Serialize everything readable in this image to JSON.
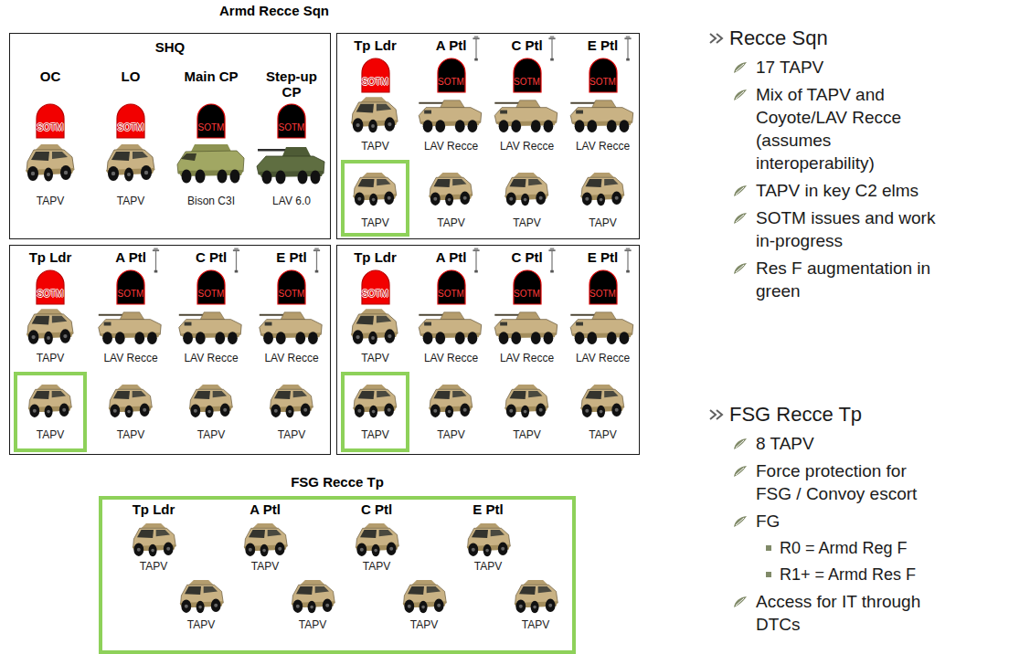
{
  "diagram": {
    "title": "Armd Recce Sqn",
    "nodes": [
      {
        "text": [
          "SHQ",
          "OC",
          "LO",
          "Main CP",
          "Step-up CP",
          "TAPV",
          "TAPV",
          "Bison C3I",
          "LAV 6.0"
        ]
      },
      {
        "text": [
          "SOTM"
        ],
        "in": 0
      },
      {
        "text": [
          "SOTM"
        ],
        "in": 0
      },
      {
        "text": [
          "SOTM"
        ],
        "in": 0
      },
      {
        "text": [
          "SOTM"
        ],
        "in": 0
      },
      {
        "text": [
          "Tp Ldr",
          "A Ptl",
          "C Ptl",
          "E Ptl",
          "TAPV",
          "LAV Recce",
          "LAV Recce",
          "LAV Recce",
          "TAPV",
          "TAPV",
          "TAPV"
        ]
      },
      {
        "text": [
          "SOTM"
        ],
        "in": 5
      },
      {
        "text": [
          "SOTM"
        ],
        "in": 5
      },
      {
        "text": [
          "SOTM"
        ],
        "in": 5
      },
      {
        "text": [
          "SOTM"
        ],
        "in": 5
      },
      {
        "text": [
          "TAPV"
        ],
        "in": 5
      },
      {
        "text": [
          "Tp Ldr",
          "A Ptl",
          "C Ptl",
          "E Ptl",
          "TAPV",
          "LAV Recce",
          "LAV Recce",
          "LAV Recce",
          "TAPV",
          "TAPV",
          "TAPV"
        ]
      },
      {
        "text": [
          "SOTM"
        ],
        "in": 11
      },
      {
        "text": [
          "SOTM"
        ],
        "in": 11
      },
      {
        "text": [
          "SOTM"
        ],
        "in": 11
      },
      {
        "text": [
          "SOTM"
        ],
        "in": 11
      },
      {
        "text": [
          "TAPV"
        ],
        "in": 11
      },
      {
        "text": [
          "Tp Ldr",
          "A Ptl",
          "C Ptl",
          "E Ptl",
          "TAPV",
          "LAV Recce",
          "LAV Recce",
          "LAV Recce",
          "TAPV",
          "TAPV",
          "TAPV"
        ]
      },
      {
        "text": [
          "SOTM"
        ],
        "in": 17
      },
      {
        "text": [
          "SOTM"
        ],
        "in": 17
      },
      {
        "text": [
          "SOTM"
        ],
        "in": 17
      },
      {
        "text": [
          "SOTM"
        ],
        "in": 17
      },
      {
        "text": [
          "TAPV"
        ],
        "in": 17
      },
      {
        "text": [
          "FSG Recce Tp",
          "Tp Ldr",
          "A Ptl",
          "C Ptl",
          "E Ptl",
          "TAPV",
          "TAPV",
          "TAPV",
          "TAPV",
          "TAPV",
          "TAPV",
          "TAPV",
          "TAPV"
        ]
      }
    ],
    "labels": [
      "Recce Sqn",
      "17 TAPV",
      "Mix of TAPV and Coyote/LAV Recce (assumes interoperability)",
      "TAPV in key C2 elms",
      "SOTM issues and work in-progress",
      "Res F augmentation in green",
      "FSG Recce Tp",
      "8 TAPV",
      "Force protection for FSG / Convoy escort",
      "FG",
      "R0 = Armd Reg F",
      "R1+ = Armd Res F",
      "Access for IT through DTCs"
    ]
  }
}
